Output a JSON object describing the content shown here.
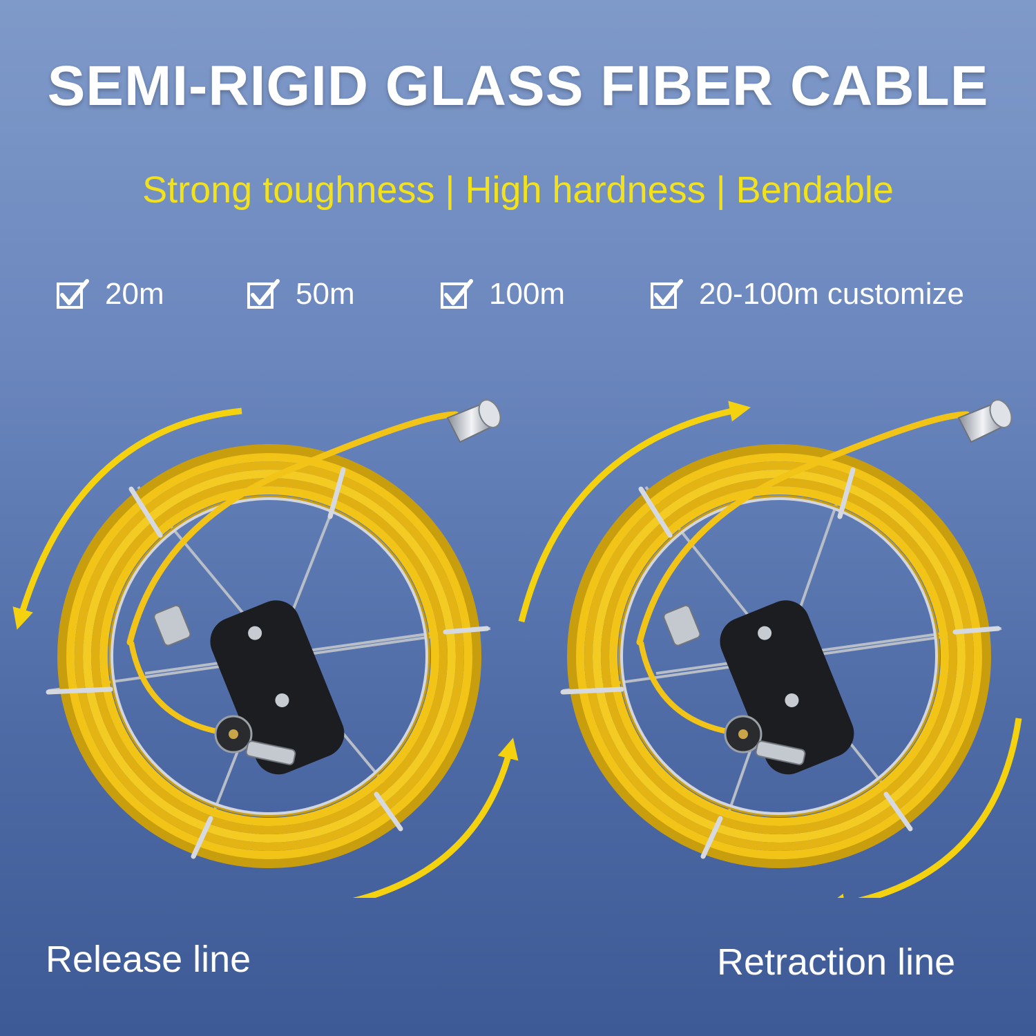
{
  "header": {
    "title": "SEMI-RIGID GLASS FIBER CABLE",
    "subtitle": "Strong toughness | High hardness | Bendable"
  },
  "specs": [
    {
      "label": "20m",
      "icon": "checkbox-checked-icon"
    },
    {
      "label": "50m",
      "icon": "checkbox-checked-icon"
    },
    {
      "label": "100m",
      "icon": "checkbox-checked-icon"
    },
    {
      "label": "20-100m customize",
      "icon": "checkbox-checked-icon"
    }
  ],
  "reels": [
    {
      "caption": "Release line"
    },
    {
      "caption": "Retraction line"
    }
  ],
  "colors": {
    "cable": "#f2c418",
    "arrow": "#f5d20f",
    "subtitle": "#f2e21e",
    "frame": "#c9ced6",
    "handle": "#1c1d20"
  }
}
